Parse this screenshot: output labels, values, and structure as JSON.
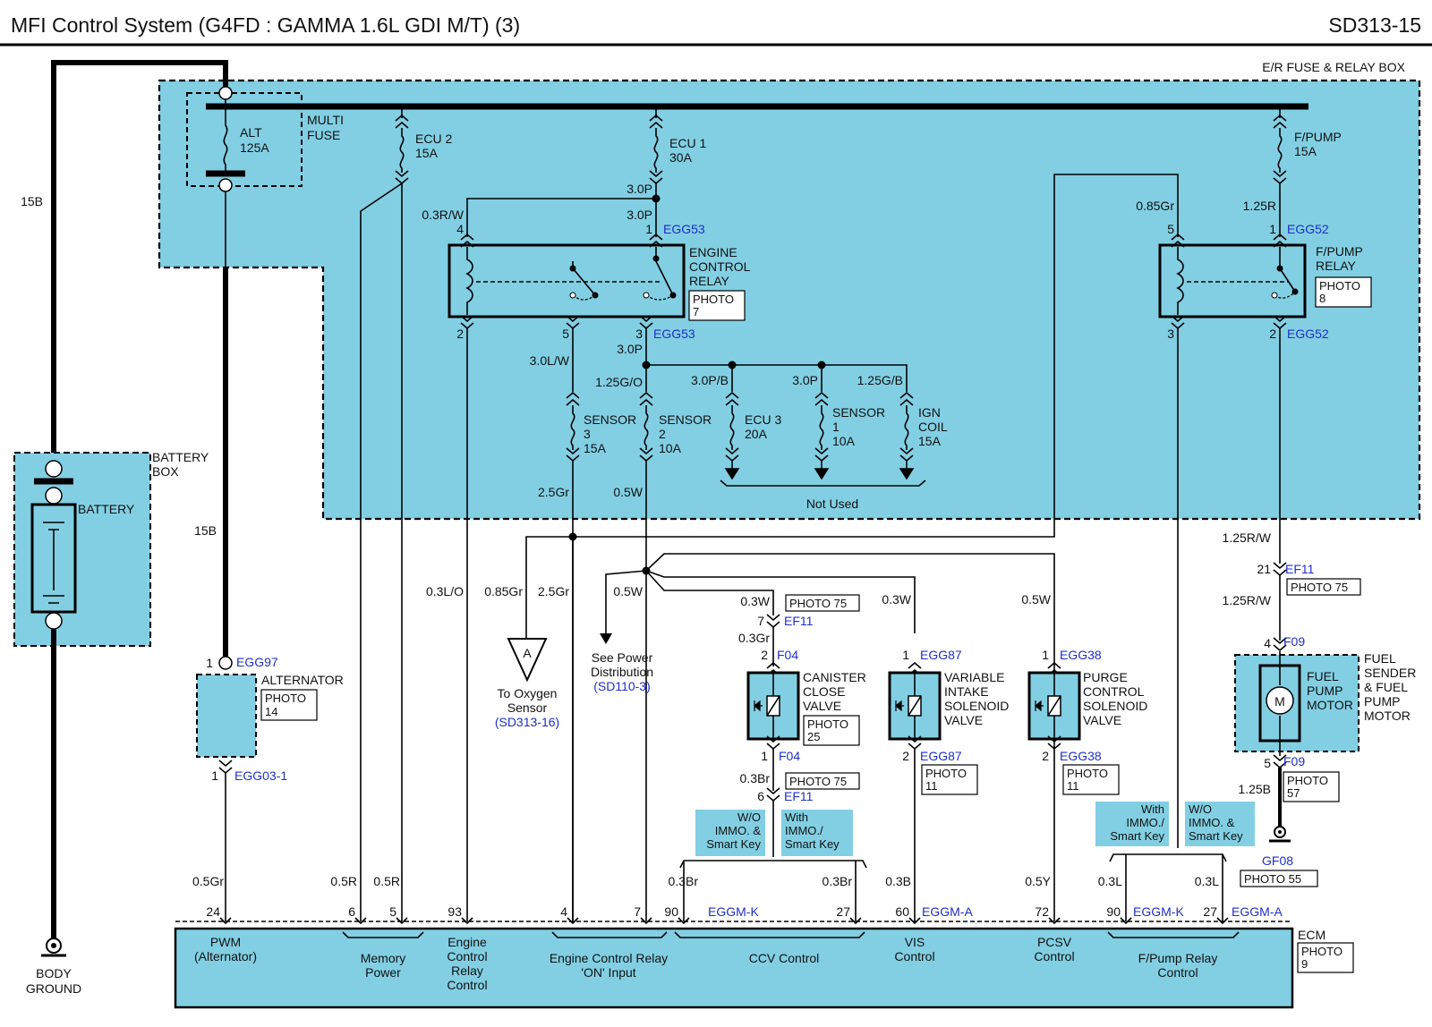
{
  "header": {
    "title": "MFI Control System (G4FD : GAMMA 1.6L GDI M/T) (3)",
    "code": "SD313-15"
  },
  "boxes": {
    "er_fuse_relay_box": "E/R FUSE & RELAY BOX",
    "multi_fuse": [
      "MULTI",
      "FUSE"
    ],
    "battery_box": [
      "BATTERY",
      "BOX"
    ],
    "battery": "BATTERY",
    "fuel_sender": [
      "FUEL",
      "SENDER",
      "& FUEL",
      "PUMP",
      "MOTOR"
    ],
    "ecm": "ECM",
    "alternator": "ALTERNATOR",
    "body_ground": [
      "BODY",
      "GROUND"
    ]
  },
  "fuses": {
    "alt": [
      "ALT",
      "125A"
    ],
    "ecu2": [
      "ECU 2",
      "15A"
    ],
    "ecu1": [
      "ECU 1",
      "30A"
    ],
    "fpump": [
      "F/PUMP",
      "15A"
    ],
    "sensor3": [
      "SENSOR",
      "3",
      "15A"
    ],
    "sensor2": [
      "SENSOR",
      "2",
      "10A"
    ],
    "ecu3": [
      "ECU 3",
      "20A"
    ],
    "sensor1": [
      "SENSOR",
      "1",
      "10A"
    ],
    "ign_coil": [
      "IGN",
      "COIL",
      "15A"
    ],
    "not_used": "Not Used"
  },
  "relays": {
    "engine_control": [
      "ENGINE",
      "CONTROL",
      "RELAY"
    ],
    "fpump": [
      "F/PUMP",
      "RELAY"
    ]
  },
  "components": {
    "canister": [
      "CANISTER",
      "CLOSE",
      "VALVE"
    ],
    "vis": [
      "VARIABLE",
      "INTAKE",
      "SOLENOID",
      "VALVE"
    ],
    "purge": [
      "PURGE",
      "CONTROL",
      "SOLENOID",
      "VALVE"
    ],
    "fuel_pump_motor": [
      "FUEL",
      "PUMP",
      "MOTOR"
    ],
    "motor_symbol": "M"
  },
  "photos": {
    "ecr": [
      "PHOTO",
      "7"
    ],
    "fpr": [
      "PHOTO",
      "8"
    ],
    "alt": [
      "PHOTO",
      "14"
    ],
    "ef11_a": "PHOTO 75",
    "ef11_b": "PHOTO 75",
    "ef11_c": "PHOTO 75",
    "ccv": [
      "PHOTO",
      "25"
    ],
    "vis": [
      "PHOTO",
      "11"
    ],
    "purge": [
      "PHOTO",
      "11"
    ],
    "fp": [
      "PHOTO",
      "57"
    ],
    "gf08": "PHOTO 55",
    "ecm": [
      "PHOTO",
      "9"
    ]
  },
  "connectors": {
    "egg53": "EGG53",
    "egg52": "EGG52",
    "egg97": "EGG97",
    "egg03": "EGG03-1",
    "ef11": "EF11",
    "f04": "F04",
    "egg87": "EGG87",
    "egg38": "EGG38",
    "f09": "F09",
    "gf08": "GF08",
    "eggm_k": "EGGM-K",
    "eggm_a": "EGGM-A"
  },
  "wires": {
    "b15": "15B",
    "p30": "3.0P",
    "rw03": "0.3R/W",
    "gr085": "0.85Gr",
    "r125": "1.25R",
    "lw30": "3.0L/W",
    "go125": "1.25G/O",
    "pb30": "3.0P/B",
    "gb125": "1.25G/B",
    "gr25": "2.5Gr",
    "w05": "0.5W",
    "rw125": "1.25R/W",
    "lo03": "0.3L/O",
    "w03": "0.3W",
    "gr03": "0.3Gr",
    "br03": "0.3Br",
    "y05": "0.5Y",
    "b03": "0.3B",
    "l03": "0.3L",
    "gr05": "0.5Gr",
    "r05": "0.5R",
    "b125": "1.25B"
  },
  "pins": {
    "p1": "1",
    "p2": "2",
    "p3": "3",
    "p4": "4",
    "p5": "5",
    "p6": "6",
    "p7": "7",
    "p21": "21",
    "ecm": [
      "24",
      "6",
      "5",
      "93",
      "4",
      "7",
      "90",
      "27",
      "60",
      "72",
      "90",
      "27"
    ]
  },
  "refs": {
    "oxygen": [
      "To Oxygen",
      "Sensor",
      "(SD313-16)"
    ],
    "oxygen_marker": "A",
    "power": [
      "See Power",
      "Distribution",
      "(SD110-3)"
    ]
  },
  "options": {
    "wo_immo": [
      "W/O",
      "IMMO. &",
      "Smart Key"
    ],
    "with_immo": [
      "With",
      "IMMO./",
      "Smart Key"
    ]
  },
  "ecm_functions": {
    "pwm": [
      "PWM",
      "(Alternator)"
    ],
    "memory": [
      "Memory",
      "Power"
    ],
    "ecr_control": [
      "Engine",
      "Control",
      "Relay",
      "Control"
    ],
    "ecr_on": [
      "Engine Control Relay",
      "'ON' Input"
    ],
    "ccv": "CCV Control",
    "vis": [
      "VIS",
      "Control"
    ],
    "pcsv": [
      "PCSV",
      "Control"
    ],
    "fpump": [
      "F/Pump Relay",
      "Control"
    ]
  }
}
